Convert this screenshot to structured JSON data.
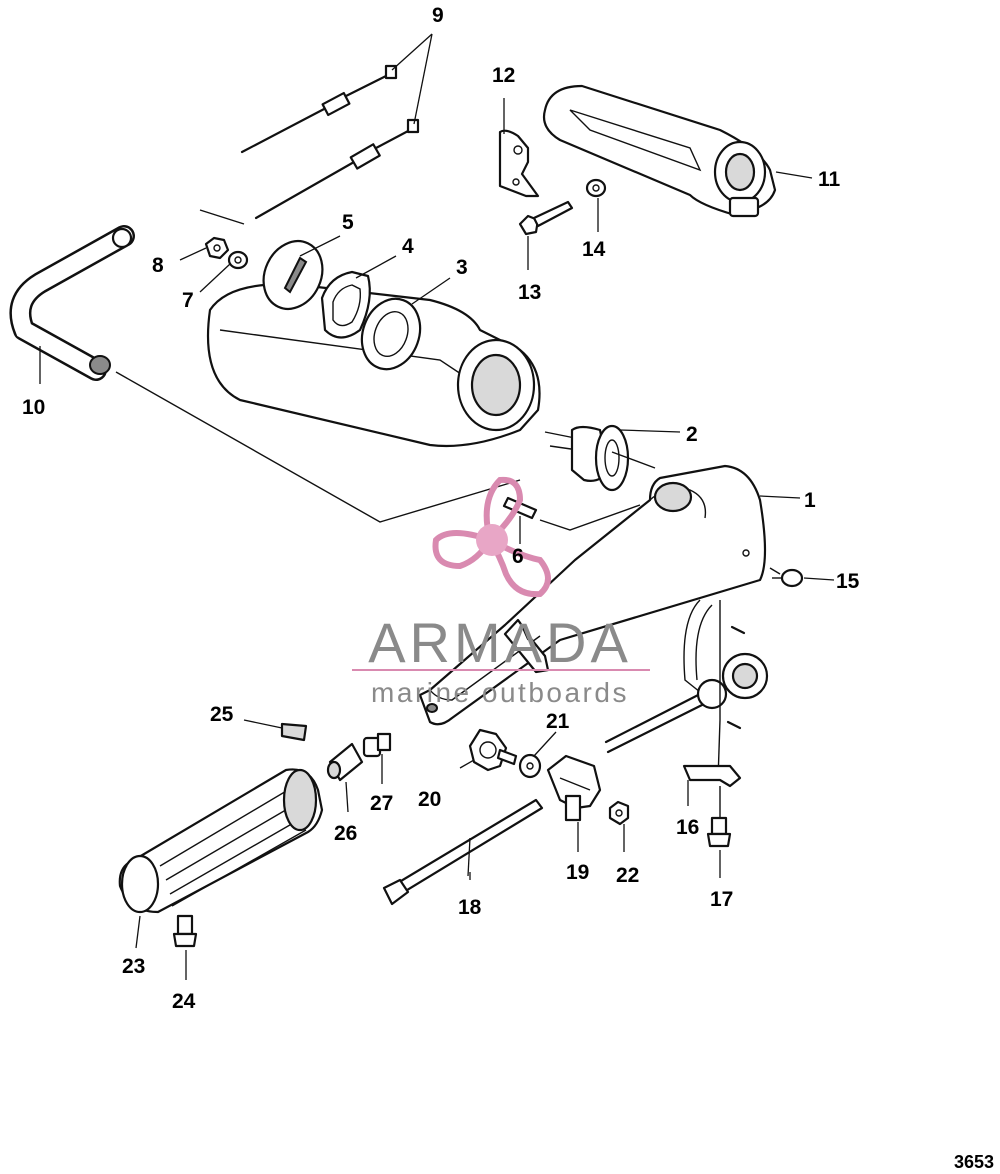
{
  "diagram": {
    "callouts": [
      "1",
      "2",
      "3",
      "4",
      "5",
      "6",
      "7",
      "8",
      "9",
      "10",
      "11",
      "12",
      "13",
      "14",
      "15",
      "16",
      "17",
      "18",
      "19",
      "20",
      "21",
      "22",
      "23",
      "24",
      "25",
      "26",
      "27"
    ],
    "document_number": "3653"
  },
  "watermark": {
    "brand": "ARMADA",
    "tagline": "marine outboards",
    "accent_color": "#d98ab0",
    "text_color": "#8a8a8a",
    "icon": "propeller-icon"
  }
}
